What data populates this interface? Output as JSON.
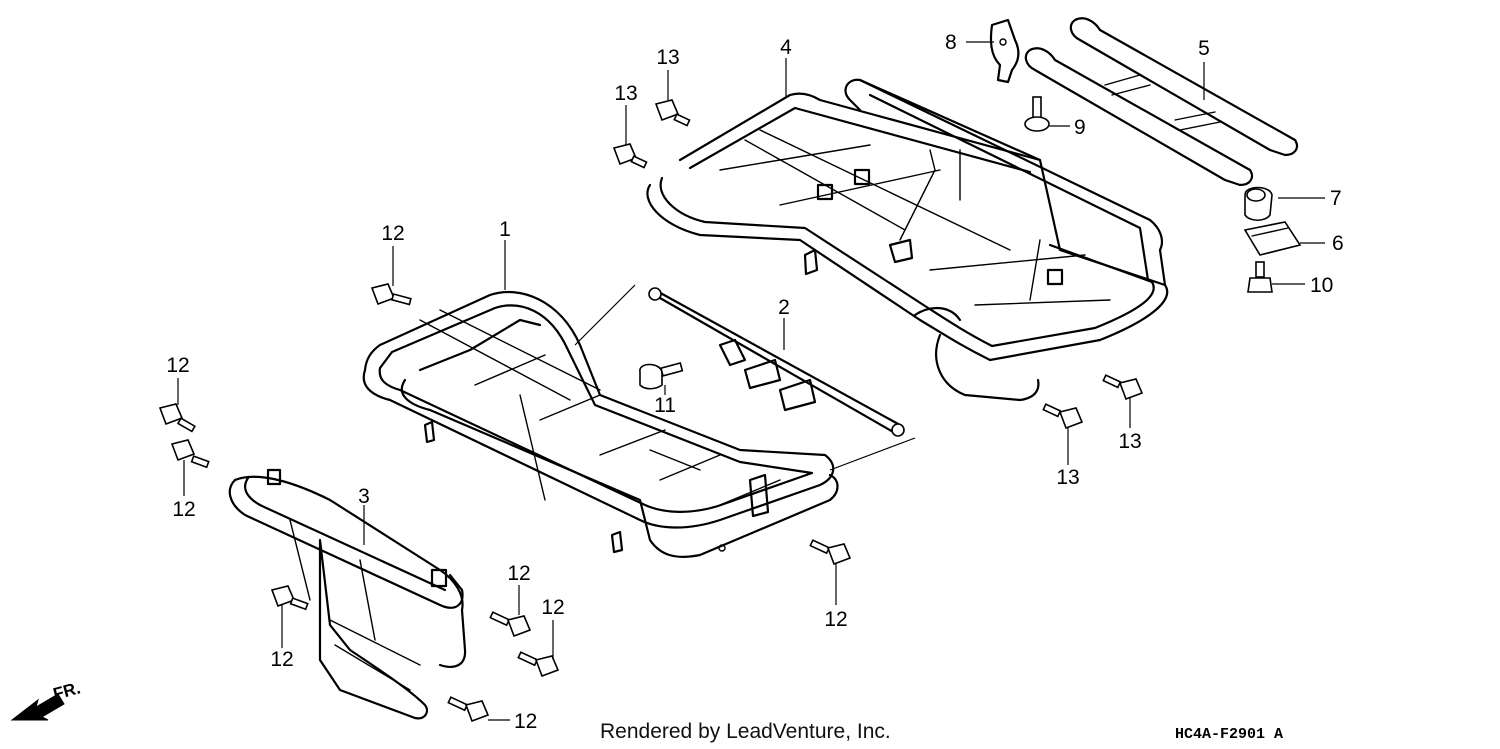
{
  "callouts": [
    {
      "id": "c1",
      "text": "1"
    },
    {
      "id": "c2",
      "text": "2"
    },
    {
      "id": "c3",
      "text": "3"
    },
    {
      "id": "c4",
      "text": "4"
    },
    {
      "id": "c5",
      "text": "5"
    },
    {
      "id": "c6",
      "text": "6"
    },
    {
      "id": "c7",
      "text": "7"
    },
    {
      "id": "c8",
      "text": "8"
    },
    {
      "id": "c9",
      "text": "9"
    },
    {
      "id": "c10",
      "text": "10"
    },
    {
      "id": "c11",
      "text": "11"
    },
    {
      "id": "c12a",
      "text": "12"
    },
    {
      "id": "c12b",
      "text": "12"
    },
    {
      "id": "c12c",
      "text": "12"
    },
    {
      "id": "c12d",
      "text": "12"
    },
    {
      "id": "c12e",
      "text": "12"
    },
    {
      "id": "c12f",
      "text": "12"
    },
    {
      "id": "c12g",
      "text": "12"
    },
    {
      "id": "c12h",
      "text": "12"
    },
    {
      "id": "c13a",
      "text": "13"
    },
    {
      "id": "c13b",
      "text": "13"
    },
    {
      "id": "c13c",
      "text": "13"
    },
    {
      "id": "c13d",
      "text": "13"
    }
  ],
  "footer": {
    "credit": "Rendered by LeadVenture, Inc.",
    "diagram_code": "HC4A-F2901 A"
  },
  "direction_marker": {
    "text": "FR."
  }
}
